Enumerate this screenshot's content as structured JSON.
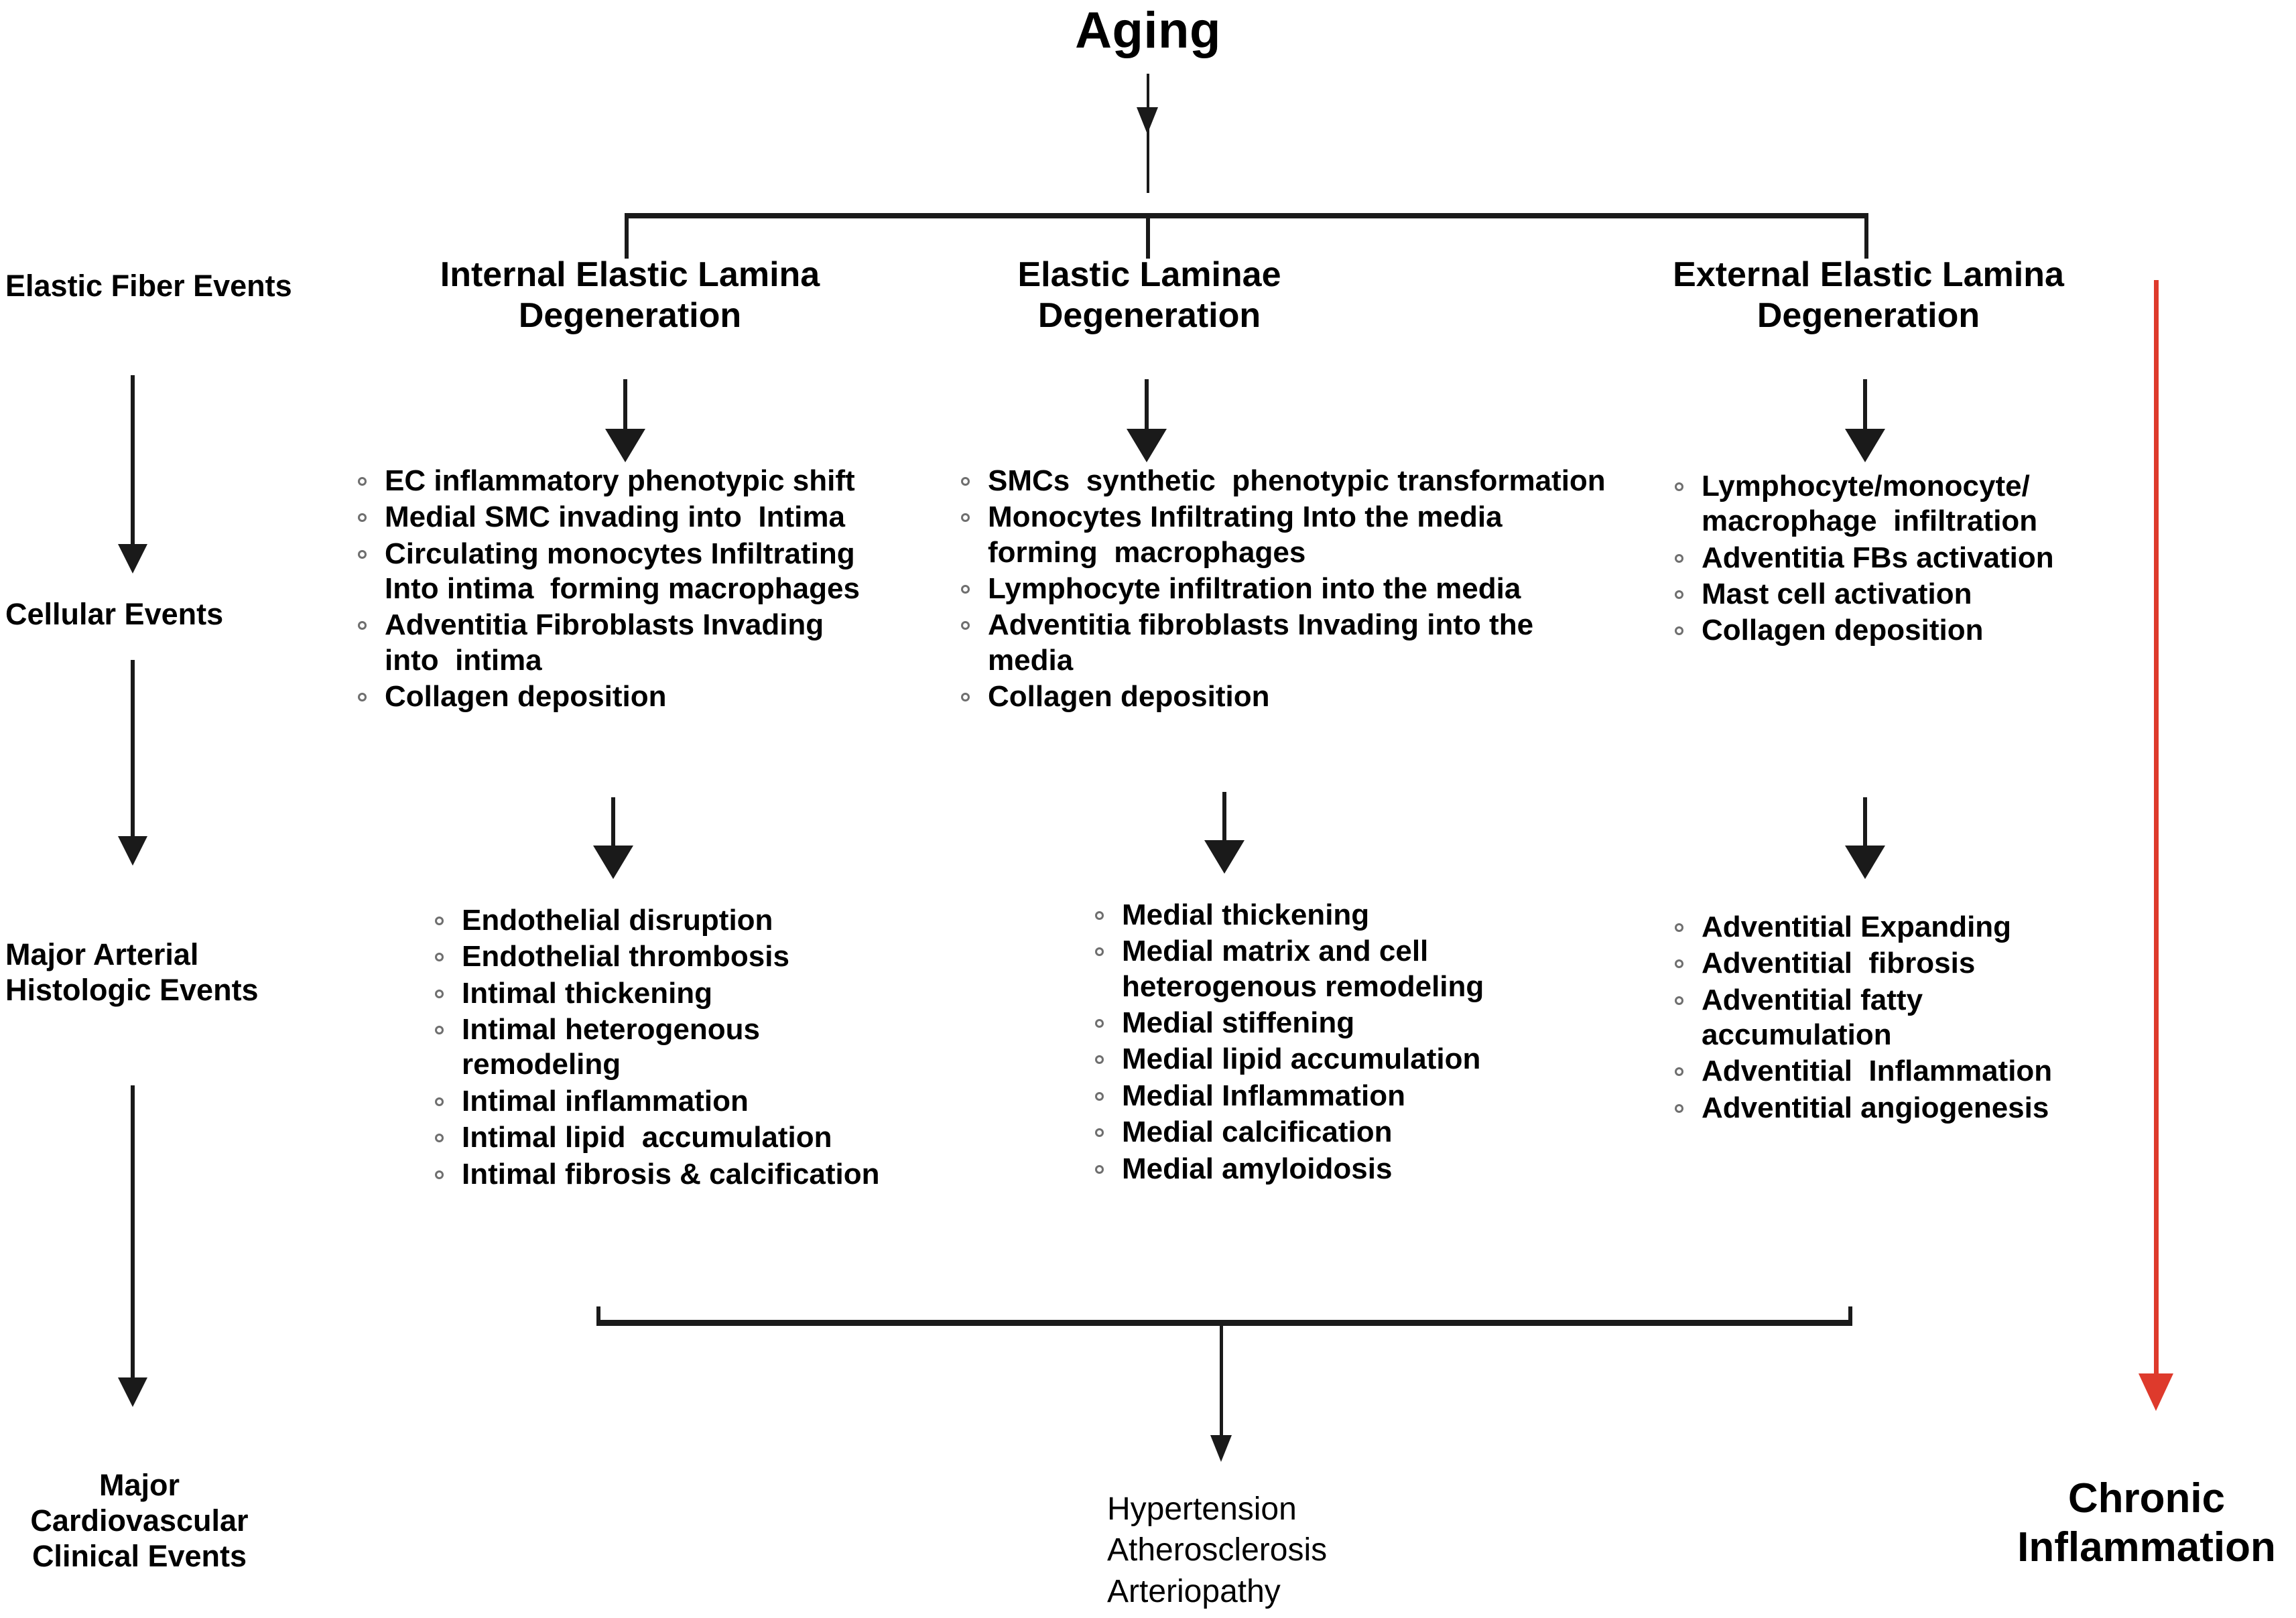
{
  "diagram": {
    "title": "Aging",
    "accent_color": "#de3a2c",
    "line_color": "#1a1a1a",
    "bullet_color": "#6f6f6f",
    "background": "#ffffff"
  },
  "row_labels": [
    {
      "id": "elastic-fiber-events",
      "text": "Elastic Fiber Events"
    },
    {
      "id": "cellular-events",
      "text": "Cellular Events"
    },
    {
      "id": "major-arterial-histologic-events",
      "line1": "Major Arterial",
      "line2": "Histologic Events"
    },
    {
      "id": "major-cardiovascular-clinical-events",
      "line1": "Major",
      "line2": "Cardiovascular",
      "line3": "Clinical Events"
    }
  ],
  "columns": [
    {
      "id": "internal-elastic-lamina",
      "header_line1": "Internal Elastic Lamina",
      "header_line2": "Degeneration",
      "cellular_events": [
        "EC inflammatory phenotypic shift",
        "Medial SMC invading into  Intima",
        "Circulating monocytes Infiltrating\nInto intima  forming macrophages",
        "Adventitia Fibroblasts Invading\ninto  intima",
        "Collagen deposition"
      ],
      "histologic_events": [
        "Endothelial disruption",
        "Endothelial thrombosis",
        "Intimal thickening",
        "Intimal heterogenous\nremodeling",
        "Intimal inflammation",
        "Intimal lipid  accumulation",
        "Intimal fibrosis & calcification"
      ]
    },
    {
      "id": "elastic-laminae",
      "header_line1": "Elastic Laminae",
      "header_line2": "Degeneration",
      "cellular_events": [
        "SMCs  synthetic  phenotypic transformation",
        "Monocytes Infiltrating Into the media\nforming  macrophages",
        "Lymphocyte infiltration into the media",
        "Adventitia fibroblasts Invading into the\nmedia",
        "Collagen deposition"
      ],
      "histologic_events": [
        "Medial thickening",
        "Medial matrix and cell\nheterogenous remodeling",
        "Medial stiffening",
        "Medial lipid accumulation",
        "Medial Inflammation",
        "Medial calcification",
        "Medial amyloidosis"
      ]
    },
    {
      "id": "external-elastic-lamina",
      "header_line1": "External Elastic Lamina",
      "header_line2": "Degeneration",
      "cellular_events": [
        "Lymphocyte/monocyte/\nmacrophage  infiltration",
        "Adventitia FBs activation",
        "Mast cell activation",
        "Collagen deposition"
      ],
      "histologic_events": [
        "Adventitial Expanding",
        "Adventitial  fibrosis",
        "Adventitial fatty\naccumulation",
        "Adventitial  Inflammation",
        "Adventitial angiogenesis"
      ]
    }
  ],
  "outcomes": {
    "clinical": [
      "Hypertension",
      "Atherosclerosis",
      "Arteriopathy"
    ],
    "chronic_line1": "Chronic",
    "chronic_line2": "Inflammation"
  }
}
